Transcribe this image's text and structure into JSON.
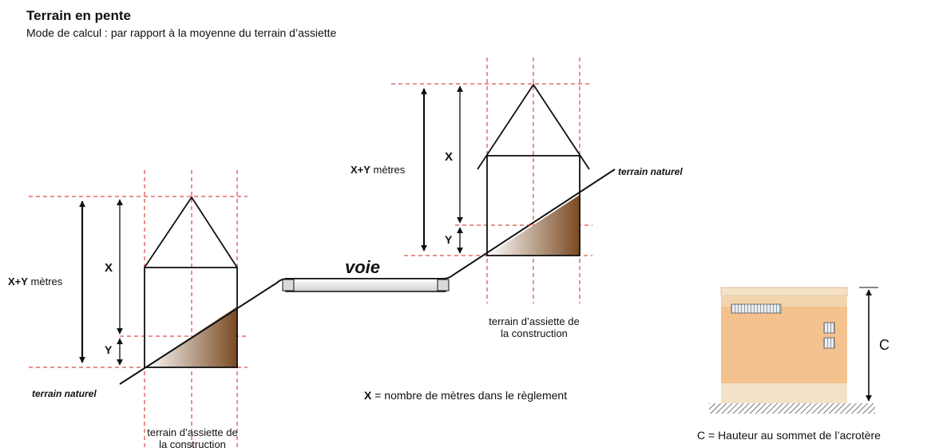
{
  "header": {
    "title": "Terrain en pente",
    "subtitle": "Mode de calcul : par rapport à la moyenne du terrain d’assiette"
  },
  "diagram": {
    "left_house": {
      "height_label_bold": "X+Y",
      "height_label_unit": " mètres",
      "x_label": "X",
      "y_label": "Y",
      "terrain_label": "terrain naturel",
      "assiette_line1": "terrain d’assiette de",
      "assiette_line2": "la construction"
    },
    "road_label": "voie",
    "right_house": {
      "height_label_bold": "X+Y",
      "height_label_unit": " mètres",
      "x_label": "X",
      "y_label": "Y",
      "terrain_label": "terrain naturel",
      "assiette_line1": "terrain d’assiette de",
      "assiette_line2": "la construction"
    },
    "legend_x_bold": "X",
    "legend_x_text": " = nombre de mètres dans le règlement",
    "acrotere": {
      "c_label": "C",
      "caption": "C = Hauteur au sommet de l’acrotère"
    }
  },
  "colors": {
    "guide": "#d62020",
    "ink": "#111111",
    "building_fill": "#f3c28f",
    "building_band": "#f4e2c8",
    "ground_hatch": "#555555",
    "road_fill": "#e6e6e6"
  }
}
